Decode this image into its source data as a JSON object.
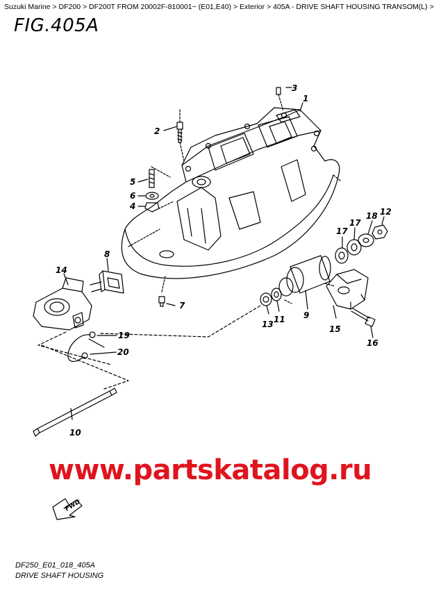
{
  "breadcrumb": {
    "items": [
      "Suzuki Marine",
      "DF200",
      "DF200T FROM 20002F-810001~ (E01,E40)",
      "Exterior",
      "405A - DRIVE SHAFT HOUSING TRANSOM(L)"
    ],
    "separator": ">"
  },
  "figure": {
    "title": "FIG.405A",
    "code": "DF250_E01_018_405A",
    "caption": "DRIVE SHAFT HOUSING",
    "watermark": "www.partskatalog.ru",
    "watermark_color": "#e0141e",
    "fwd_label": "FWD"
  },
  "callouts": [
    {
      "id": "1",
      "label": "1"
    },
    {
      "id": "2",
      "label": "2"
    },
    {
      "id": "3",
      "label": "3"
    },
    {
      "id": "4",
      "label": "4"
    },
    {
      "id": "5",
      "label": "5"
    },
    {
      "id": "6",
      "label": "6"
    },
    {
      "id": "7",
      "label": "7"
    },
    {
      "id": "8",
      "label": "8"
    },
    {
      "id": "9",
      "label": "9"
    },
    {
      "id": "10",
      "label": "10"
    },
    {
      "id": "11",
      "label": "11"
    },
    {
      "id": "12",
      "label": "12"
    },
    {
      "id": "13",
      "label": "13"
    },
    {
      "id": "14",
      "label": "14"
    },
    {
      "id": "15",
      "label": "15"
    },
    {
      "id": "16",
      "label": "16"
    },
    {
      "id": "17a",
      "label": "17"
    },
    {
      "id": "17b",
      "label": "17"
    },
    {
      "id": "18",
      "label": "18"
    },
    {
      "id": "19",
      "label": "19"
    },
    {
      "id": "20",
      "label": "20"
    }
  ]
}
